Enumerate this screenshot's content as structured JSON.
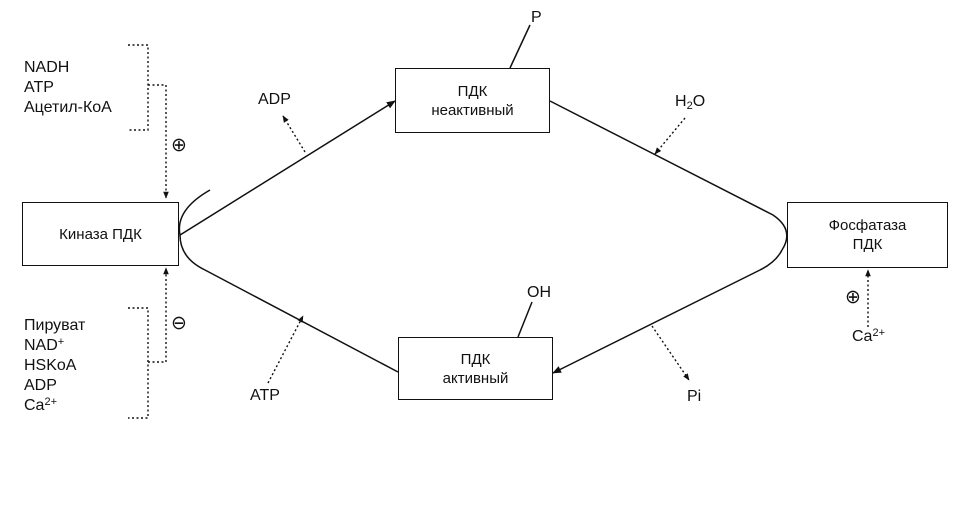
{
  "boxes": {
    "kinase": {
      "line1": "Киназа ПДК"
    },
    "inactive": {
      "line1": "ПДК",
      "line2": "неактивный"
    },
    "active": {
      "line1": "ПДК",
      "line2": "активный"
    },
    "phosphatase": {
      "line1": "Фосфатаза",
      "line2": "ПДК"
    }
  },
  "labels": {
    "p": "P",
    "oh": "OH",
    "adp": "ADP",
    "atp": "ATP",
    "h2o_base": "H",
    "h2o_sub": "2",
    "h2o_tail": "O",
    "pi": "Pi",
    "ca_base": "Ca",
    "ca_sup": "2+"
  },
  "activators": {
    "items": [
      "NADH",
      "ATP",
      "Ацетил-КоА"
    ],
    "sign": "⊕"
  },
  "inhibitors": {
    "items": [
      "Пируват",
      "NAD",
      "HSKoA",
      "ADP",
      "Ca"
    ],
    "nad_sup": "+",
    "ca_sup": "2+",
    "sign": "⊖"
  },
  "phosphatase_activator_sign": "⊕"
}
